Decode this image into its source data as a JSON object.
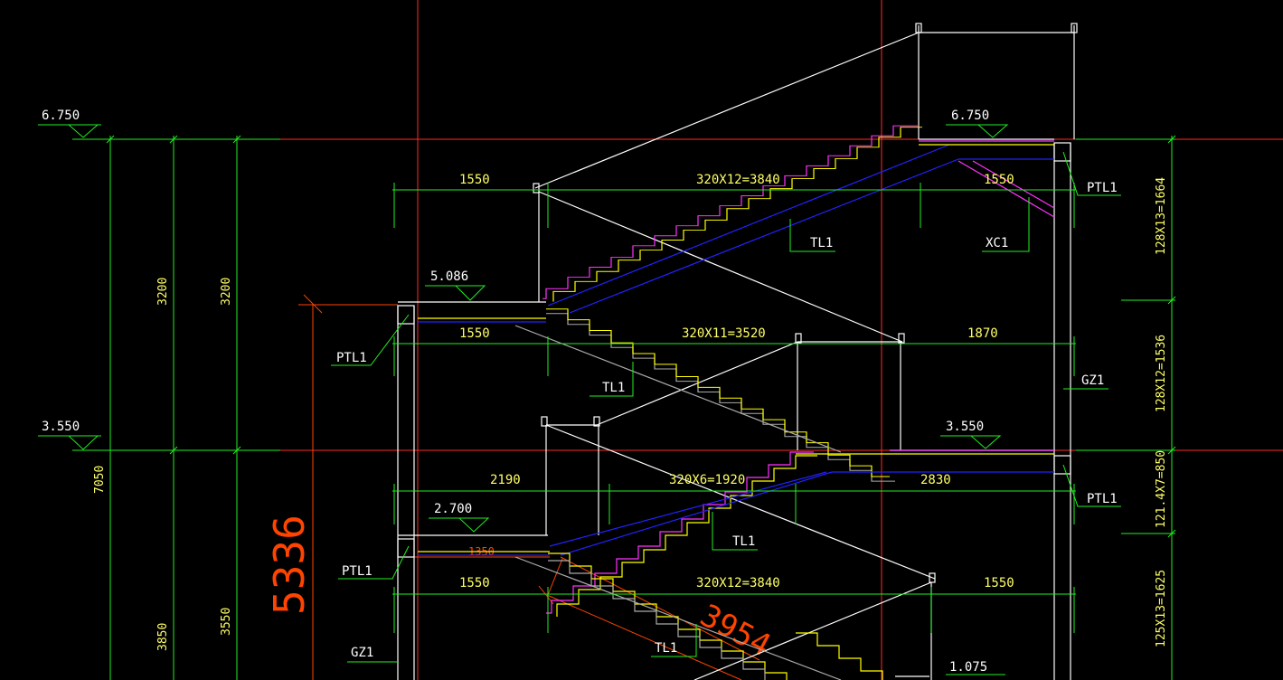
{
  "colors": {
    "background": "#000000",
    "grid_red": "#ff2a2a",
    "dimension_green": "#22ee22",
    "structure_white": "#ffffff",
    "text_yellow": "#ffff66",
    "stair_yellow": "#ffff00",
    "stair_magenta": "#ff33ff",
    "slab_blue": "#2222ff",
    "measure_orange": "#ff4400",
    "stair_gray": "#aaaaaa"
  },
  "elevations": {
    "left_top": "6.750",
    "left_mid": "3.550",
    "right_top": "6.750",
    "right_mid": "3.550",
    "landing_upper": "5.086",
    "landing_lower": "2.700",
    "bottom_right": "1.075"
  },
  "horizontal_dims": {
    "row1_left": "1550",
    "row1_mid": "320X12=3840",
    "row1_right": "1550",
    "row2_left": "1550",
    "row2_mid": "320X11=3520",
    "row2_right": "1870",
    "row3_left": "2190",
    "row3_mid": "320X6=1920",
    "row3_right": "2830",
    "row4_left": "1550",
    "row4_mid": "320X12=3840",
    "row4_right": "1550",
    "orange_small": "1350"
  },
  "vertical_dims": {
    "left_a": "3200",
    "left_b": "3200",
    "left_total": "7050",
    "left_c": "3850",
    "left_d": "3550",
    "right_1": "128X13=1664",
    "right_2": "128X12=1536",
    "right_3": "121.4X7=850",
    "right_4": "125X13=1625"
  },
  "component_tags": {
    "ptl_top_right": "PTL1",
    "ptl_left_upper": "PTL1",
    "ptl_right_mid": "PTL1",
    "ptl_left_lower": "PTL1",
    "tl_top": "TL1",
    "tl_mid": "TL1",
    "tl_low": "TL1",
    "tl_bottom": "TL1",
    "xc_top": "XC1",
    "gz_right": "GZ1",
    "gz_left": "GZ1"
  },
  "measurements": {
    "big_vertical": "5336",
    "diagonal": "3954"
  }
}
